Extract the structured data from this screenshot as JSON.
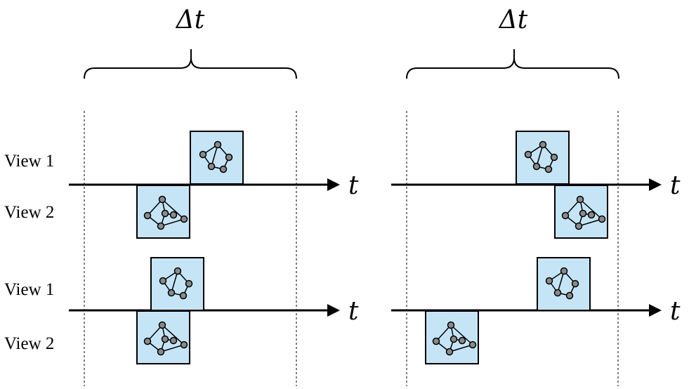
{
  "panels": [
    {
      "delta": "Δt",
      "rows": [
        {
          "axis_label": "t",
          "view1": "View 1",
          "view2": "View 2"
        },
        {
          "axis_label": "t",
          "view1": "View 1",
          "view2": "View 2"
        }
      ]
    },
    {
      "delta": "Δt",
      "rows": [
        {
          "axis_label": "t"
        },
        {
          "axis_label": "t"
        }
      ]
    }
  ]
}
